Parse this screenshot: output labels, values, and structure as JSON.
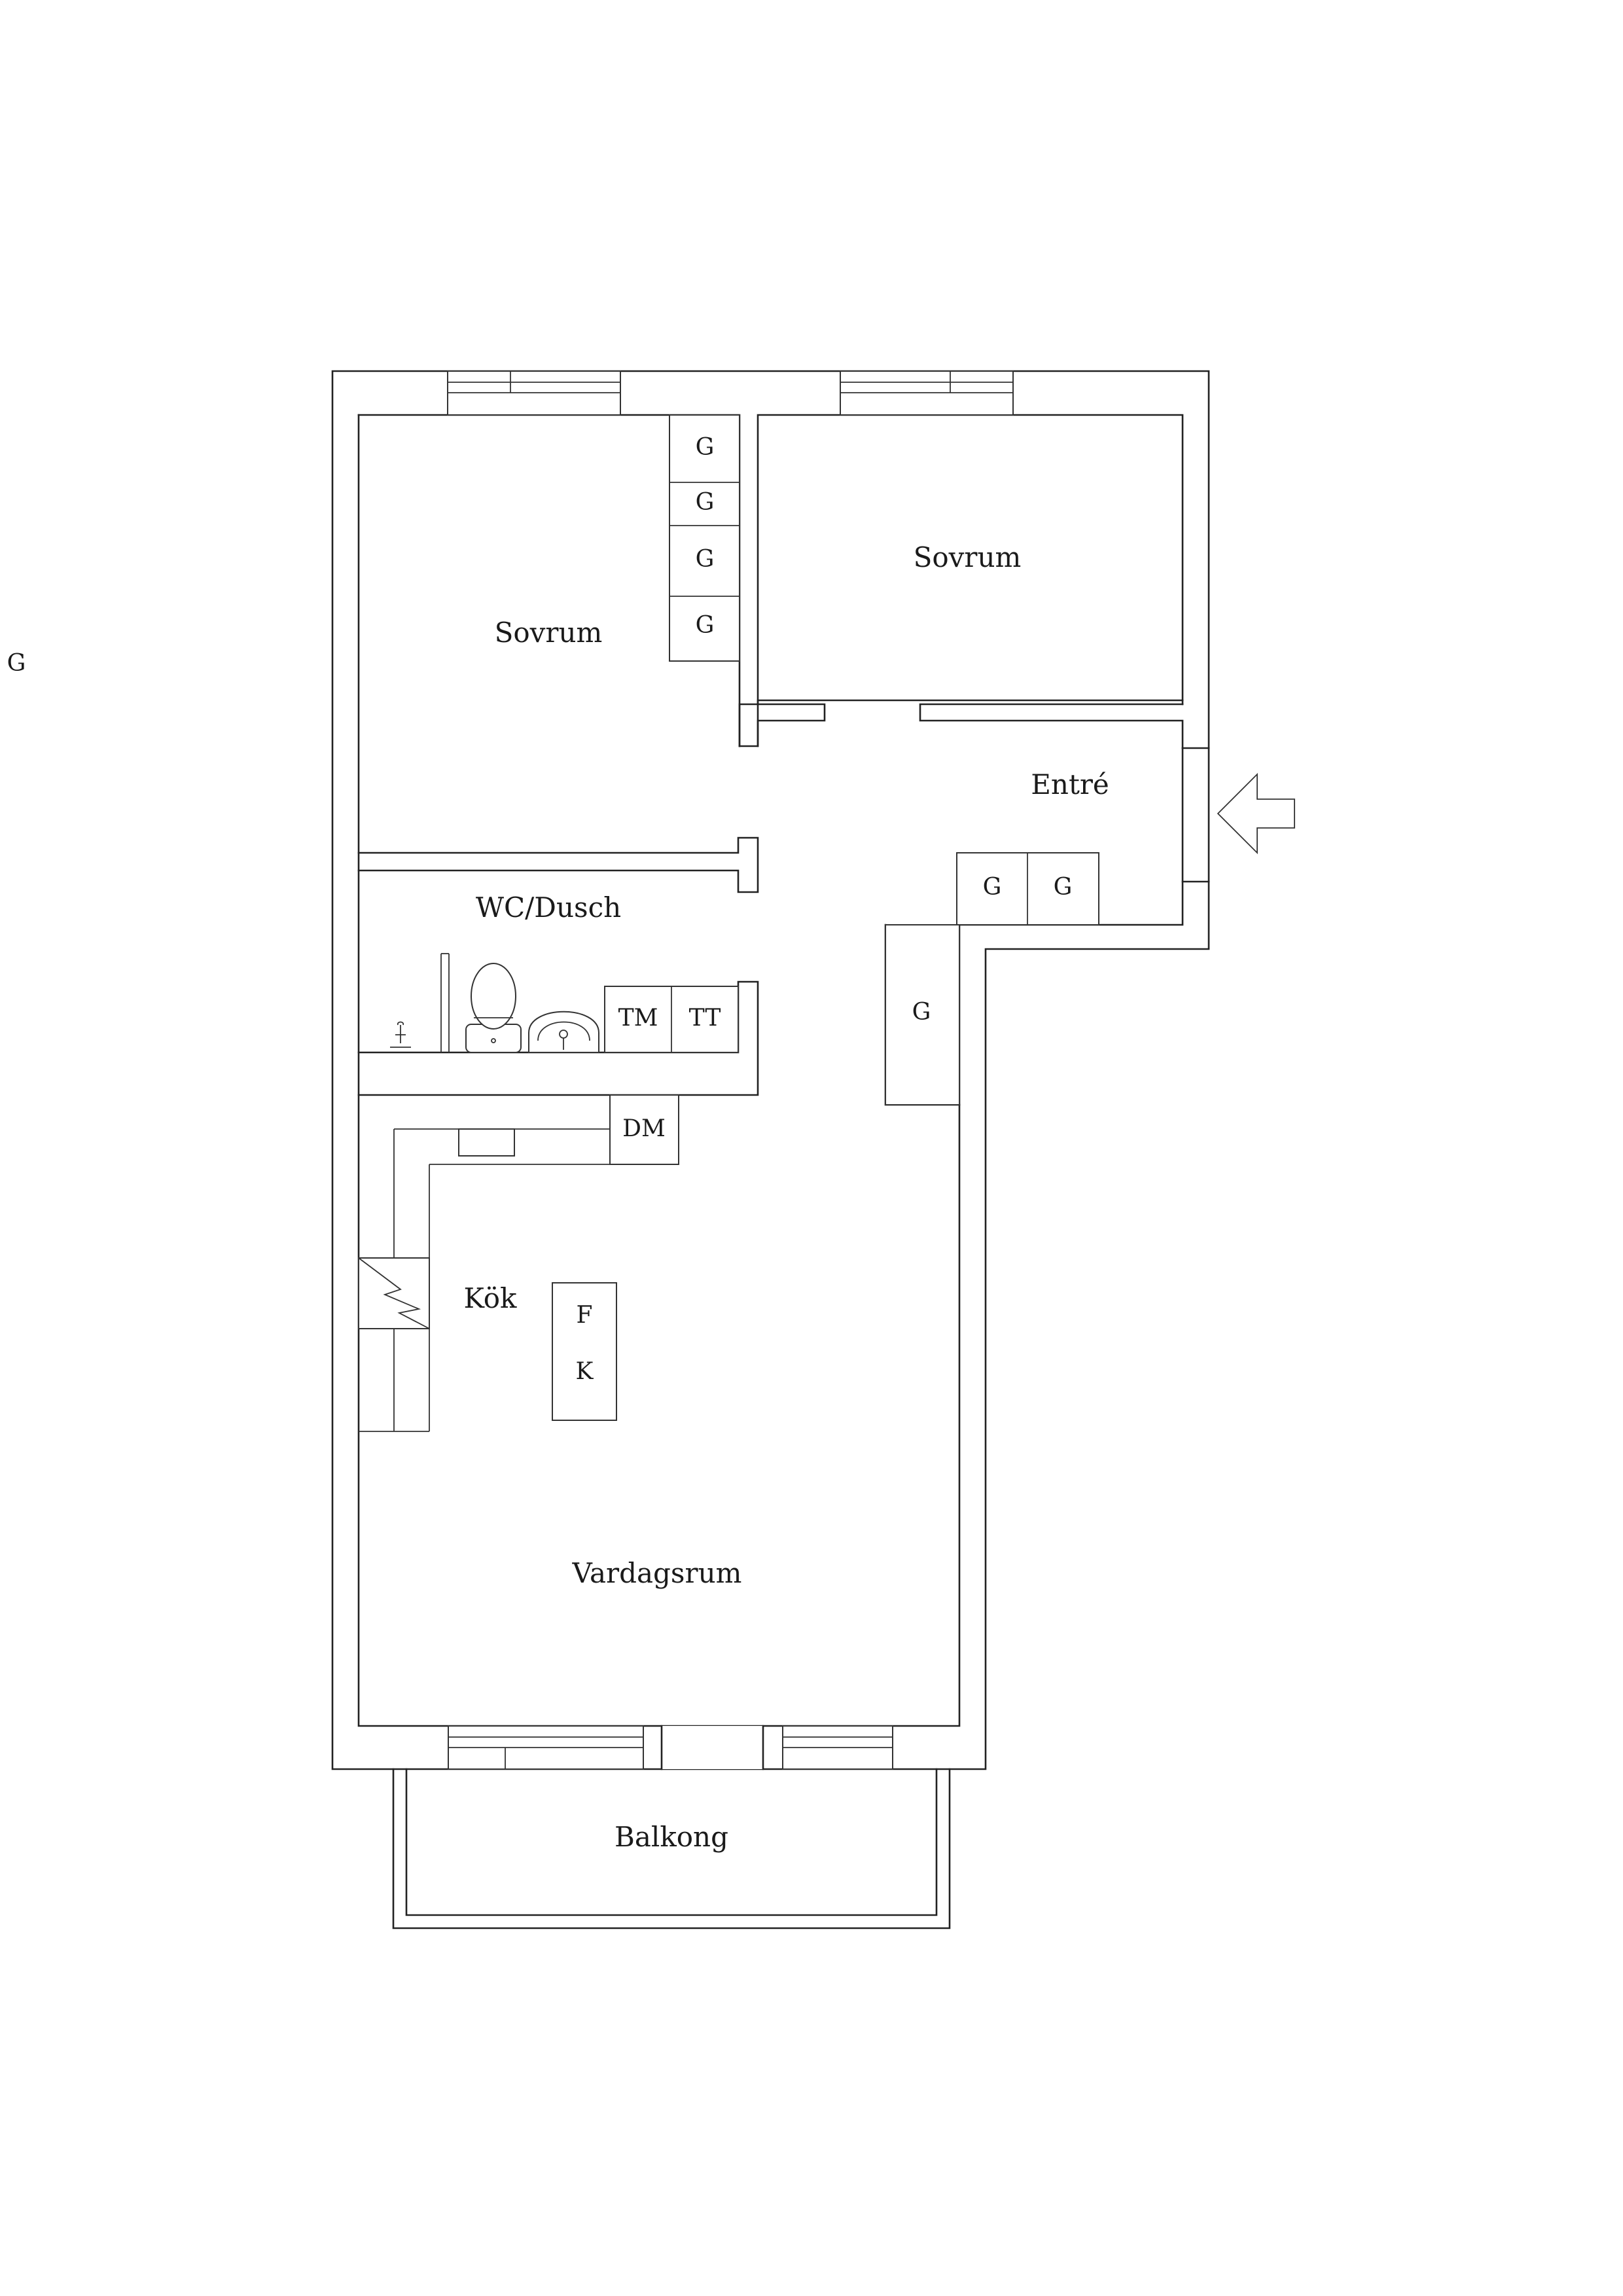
{
  "rooms": {
    "bedroom_left": "Sovrum",
    "bedroom_right": "Sovrum",
    "entrance": "Entré",
    "bathroom": "WC/Dusch",
    "kitchen": "Kök",
    "living_room": "Vardagsrum",
    "balcony": "Balkong"
  },
  "closets": {
    "stray_left": "G",
    "bedroom_g1": "G",
    "bedroom_g2": "G",
    "bedroom_g3": "G",
    "bedroom_g4": "G",
    "entrance_g1": "G",
    "entrance_g2": "G",
    "hall_g": "G"
  },
  "appliances": {
    "washing_machine": "TM",
    "tumble_dryer": "TT",
    "dishwasher": "DM",
    "fridge": "F",
    "freezer": "K"
  },
  "colors": {
    "line": "#222222",
    "background": "#ffffff"
  }
}
